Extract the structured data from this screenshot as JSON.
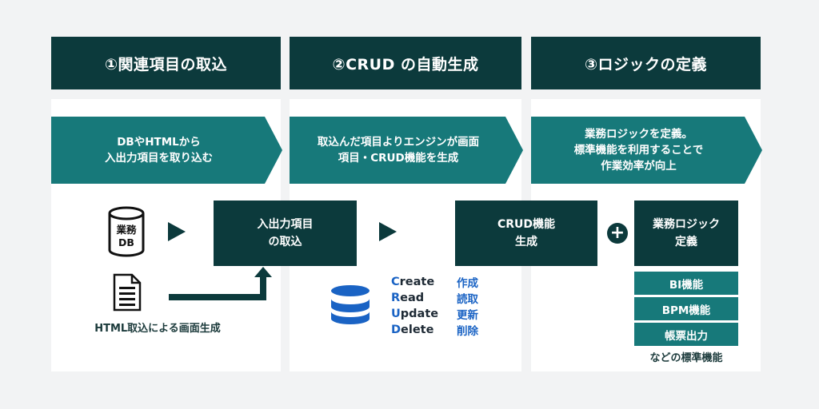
{
  "headers": [
    "①関連項目の取込",
    "②CRUD の自動生成",
    "③ロジックの定義"
  ],
  "banners": [
    [
      "DBやHTMLから",
      "入出力項目を取り込む"
    ],
    [
      "取込んだ項目よりエンジンが画面",
      "項目・CRUD機能を生成"
    ],
    [
      "業務ロジックを定義。",
      "標準機能を利用することで",
      "作業効率が向上"
    ]
  ],
  "db_icon": {
    "line1": "業務",
    "line2": "DB"
  },
  "html_caption": "HTML取込による画面生成",
  "io_box": [
    "入出力項目",
    "の取込"
  ],
  "crud_box": [
    "CRUD機能",
    "生成"
  ],
  "crud_words": [
    {
      "letter": "C",
      "rest": "reate"
    },
    {
      "letter": "R",
      "rest": "ead"
    },
    {
      "letter": "U",
      "rest": "pdate"
    },
    {
      "letter": "D",
      "rest": "elete"
    }
  ],
  "crud_jp": [
    "作成",
    "読取",
    "更新",
    "削除"
  ],
  "logic_box": [
    "業務ロジック",
    "定義"
  ],
  "features": [
    "BI機能",
    "BPM機能",
    "帳票出力"
  ],
  "features_caption": "などの標準機能",
  "plus": "+",
  "colors": {
    "dark": "#0c3a3c",
    "teal": "#17797a",
    "blue": "#1a63c4",
    "background": "#f2f3f4"
  }
}
